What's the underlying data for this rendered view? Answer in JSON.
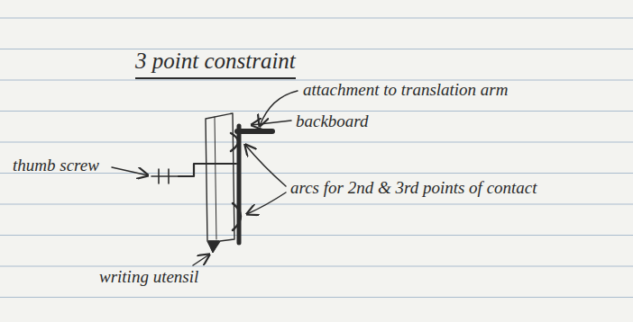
{
  "diagram": {
    "title": "3 point constraint",
    "labels": [
      "attachment to translation arm",
      "backboard",
      "thumb screw",
      "arcs for 2nd & 3rd points of contact",
      "writing utensil"
    ]
  }
}
